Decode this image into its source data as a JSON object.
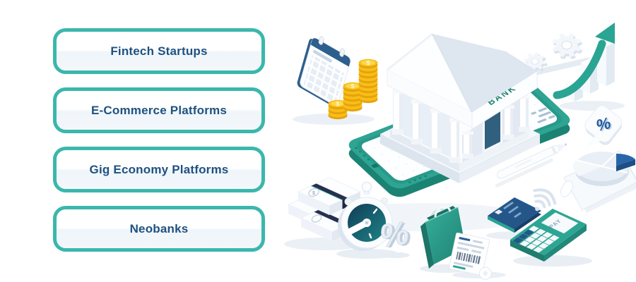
{
  "categories": {
    "items": [
      {
        "label": "Fintech Startups"
      },
      {
        "label": "E-Commerce Platforms"
      },
      {
        "label": "Gig Economy Platforms"
      },
      {
        "label": "Neobanks"
      }
    ]
  },
  "illustration": {
    "bank_sign": "BANK",
    "pos_screen_label": "PAY",
    "bubble_percent": "%",
    "watch_percent": "%",
    "coin_symbol": "$",
    "icons": [
      "calendar-icon",
      "coin-stacks-icon",
      "gears-icon",
      "growth-arrow-chart-icon",
      "tablet-icon",
      "bank-building-icon",
      "percent-bubble-icon",
      "pie-chart-icon",
      "stylus-pen-icon",
      "money-stacks-icon",
      "stopwatch-icon",
      "shopping-bag-icon",
      "receipt-icon",
      "credit-card-icon",
      "contactless-waves-icon",
      "pos-terminal-icon"
    ]
  },
  "colors": {
    "teal": "#2EA493",
    "teal_dark": "#1B8374",
    "button_border": "#3BB7AC",
    "text_navy": "#1F5180",
    "blue": "#2563A8",
    "gold": "#F8BE15",
    "gold_dark": "#E5A30E",
    "light_gray": "#E9EFF5",
    "navy_band": "#26304F"
  }
}
